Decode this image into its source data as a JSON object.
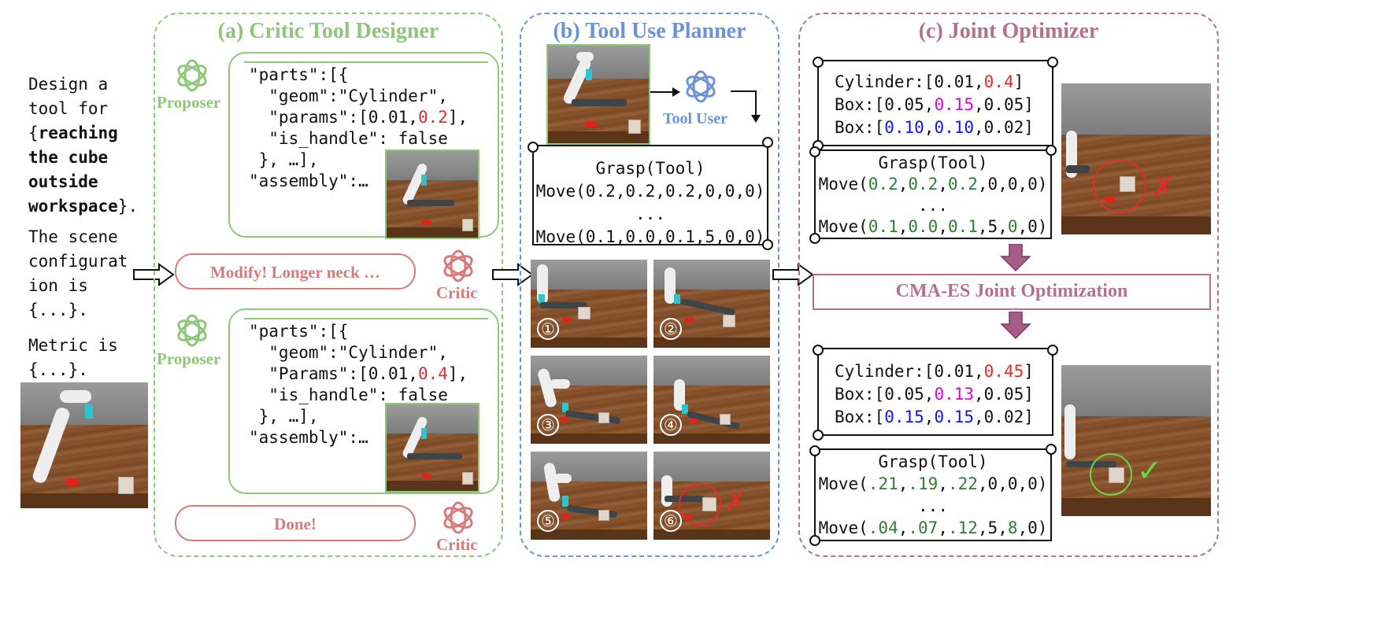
{
  "panels": {
    "a": {
      "title": "(a) Critic Tool Designer",
      "color": "#8fc77a"
    },
    "b": {
      "title": "(b) Tool Use Planner",
      "color": "#6b93d6"
    },
    "c": {
      "title": "(c) Joint Optimizer",
      "color": "#b5708f"
    }
  },
  "task": {
    "line1": "Design a",
    "line2": "tool for",
    "line3_pre": "{",
    "line3_bold": "reaching",
    "line4": "the cube",
    "line5": "outside",
    "line6_bold": "workspace",
    "line6_post": "}.",
    "scene_1": "The scene",
    "scene_2": "configurat",
    "scene_3": "ion is",
    "scene_4": "{...}.",
    "metric_1": "Metric is",
    "metric_2": "{...}."
  },
  "designer": {
    "proposer_label": "Proposer",
    "critic_label": "Critic",
    "code1": {
      "l1": "\"parts\":[{",
      "l2": "  \"geom\":\"Cylinder\",",
      "l3_pre": "  \"params\":[0.01,",
      "l3_val": "0.2",
      "l3_post": "],",
      "l4": "  \"is_handle\": false",
      "l5": " }, …],",
      "l6": "\"assembly\":…"
    },
    "critic_msg1": "Modify! Longer neck …",
    "code2": {
      "l1": "\"parts\":[{",
      "l2": "  \"geom\":\"Cylinder\",",
      "l3_pre": "  \"Params\":[0.01,",
      "l3_val": "0.4",
      "l3_post": "],",
      "l4": "  \"is_handle\": false",
      "l5": " }, …],",
      "l6": "\"assembly\":…"
    },
    "critic_msg2": "Done!"
  },
  "planner": {
    "tool_user_label": "Tool User",
    "plan": [
      "Grasp(Tool)",
      "Move(0.2,0.2,0.2,0,0,0)",
      "...",
      "Move(0.1,0.0,0.1,5,0,0)"
    ],
    "steps": [
      "①",
      "②",
      "③",
      "④",
      "⑤",
      "⑥"
    ],
    "fail_mark": "✗"
  },
  "optimizer": {
    "params_before": {
      "cyl_pre": "Cylinder:[0.01,",
      "cyl_val": "0.4",
      "cyl_post": "]",
      "box1_pre": "Box:[0.05,",
      "box1_val": "0.15",
      "box1_post": ",0.05]",
      "box2_pre": "Box:[",
      "box2_v1": "0.10",
      "box2_mid": ",",
      "box2_v2": "0.10",
      "box2_post": ",0.02]"
    },
    "plan_before": {
      "l1": "Grasp(Tool)",
      "l2": [
        "Move(",
        "0.2",
        ",",
        "0.2",
        ",",
        "0.2",
        ",0,0,0)"
      ],
      "l3": "...",
      "l4": [
        "Move(",
        "0.1",
        ",",
        "0.0",
        ",",
        "0.1",
        ",5,",
        "0",
        ",0)"
      ]
    },
    "cma_label": "CMA-ES Joint Optimization",
    "params_after": {
      "cyl_pre": "Cylinder:[0.01,",
      "cyl_val": "0.45",
      "cyl_post": "]",
      "box1_pre": "Box:[0.05,",
      "box1_val": "0.13",
      "box1_post": ",0.05]",
      "box2_pre": "Box:[",
      "box2_v1": "0.15",
      "box2_mid": ",",
      "box2_v2": "0.15",
      "box2_post": ",0.02]"
    },
    "plan_after": {
      "l1": "Grasp(Tool)",
      "l2": [
        "Move(",
        ".21",
        ",",
        ".19",
        ",",
        ".22",
        ",0,0,0)"
      ],
      "l3": "...",
      "l4": [
        "Move(",
        ".04",
        ",",
        ".07",
        ",",
        ".12",
        ",5,",
        "8",
        ",0)"
      ]
    },
    "fail_mark": "✗",
    "success_mark": "✓"
  }
}
